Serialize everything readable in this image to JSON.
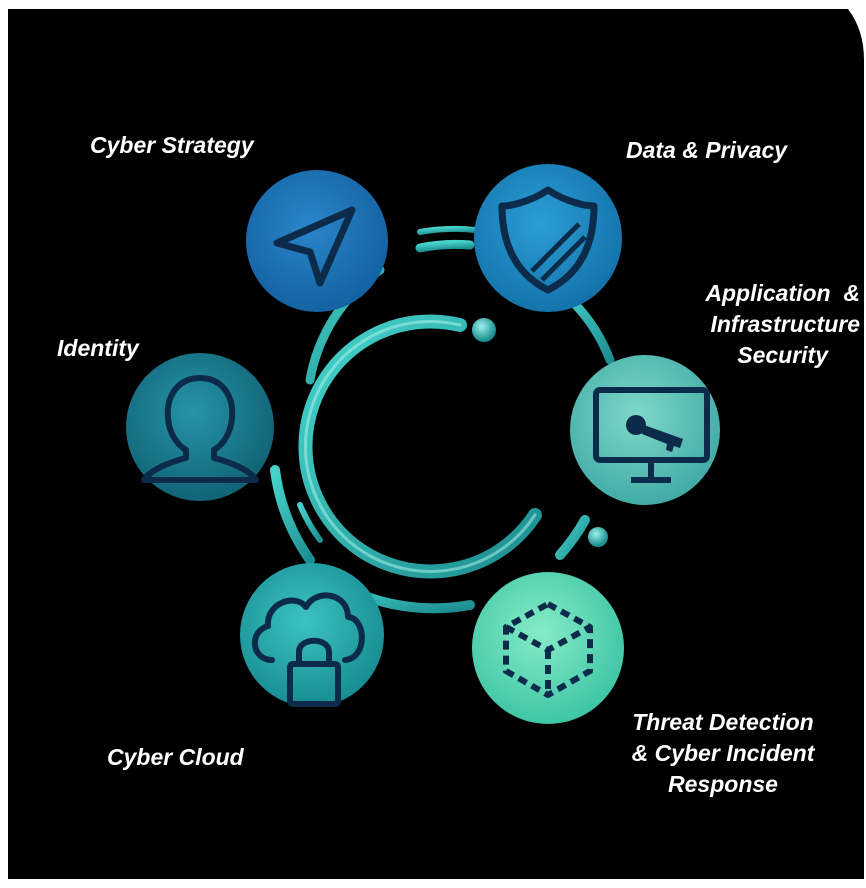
{
  "diagram": {
    "colors": {
      "background": "#000000",
      "border": "#ffffff",
      "text": "#ffffff",
      "teal": "#2fb5b0",
      "blue": "#1874b8"
    },
    "segments": [
      {
        "id": "cyber-strategy",
        "label": [
          "Cyber Strategy"
        ],
        "icon": "paper-plane-icon",
        "color": "#1a6fb0"
      },
      {
        "id": "data-privacy",
        "label": [
          "Data & Privacy"
        ],
        "icon": "shield-icon",
        "color": "#1b88bd"
      },
      {
        "id": "application-infrastructure-security",
        "label": [
          "Application  &",
          "Infrastructure",
          "Security"
        ],
        "icon": "monitor-key-icon",
        "color": "#4fbfb0"
      },
      {
        "id": "threat-detection",
        "label": [
          "Threat Detection",
          "& Cyber Incident",
          "Response"
        ],
        "icon": "cube-icon",
        "color": "#53d3ad"
      },
      {
        "id": "cyber-cloud",
        "label": [
          "Cyber Cloud"
        ],
        "icon": "cloud-lock-icon",
        "color": "#1fa6a8"
      },
      {
        "id": "identity",
        "label": [
          "Identity"
        ],
        "icon": "user-icon",
        "color": "#1a7f94"
      }
    ]
  }
}
